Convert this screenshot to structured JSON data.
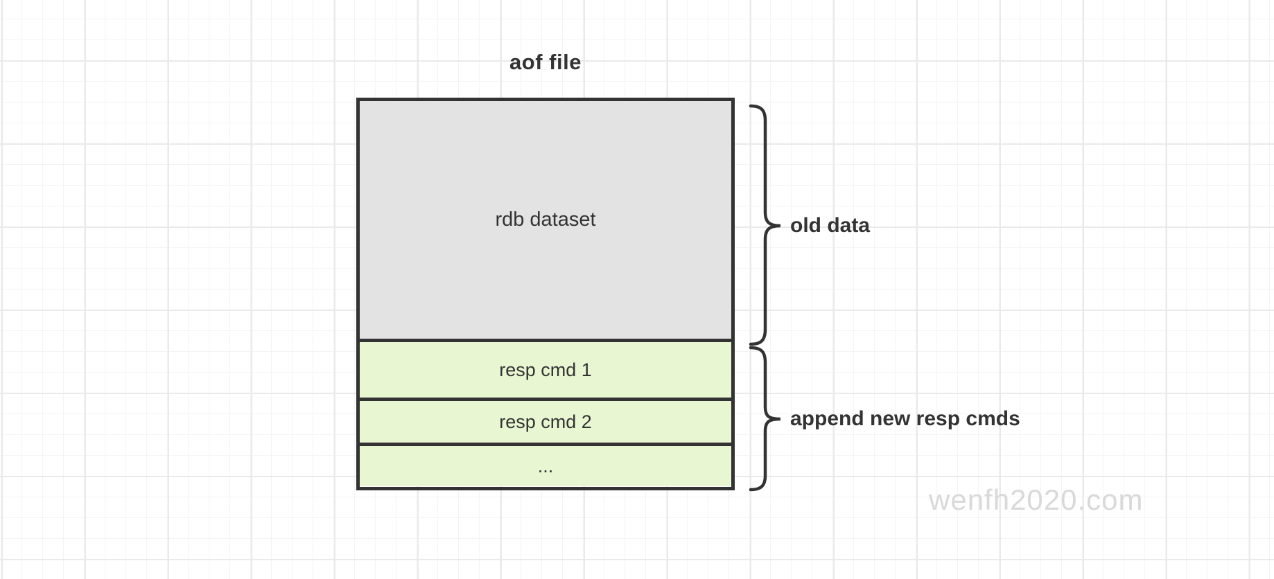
{
  "diagram": {
    "title": "aof file",
    "box": {
      "sections": [
        {
          "label": "rdb dataset",
          "fill": "#e3e3e3"
        },
        {
          "label": "resp cmd 1",
          "fill": "#e9f6d2"
        },
        {
          "label": "resp cmd 2",
          "fill": "#e9f6d2"
        },
        {
          "label": "...",
          "fill": "#e9f6d2"
        }
      ]
    },
    "annotations": [
      {
        "label": "old data"
      },
      {
        "label": "append new resp cmds"
      }
    ],
    "watermark": "wenfh2020.com",
    "colors": {
      "border": "#333333",
      "brace": "#333333",
      "text": "#333333",
      "rdb_fill": "#e3e3e3",
      "cmd_fill": "#e9f6d2",
      "watermark_text": "#d9d9d9"
    }
  }
}
